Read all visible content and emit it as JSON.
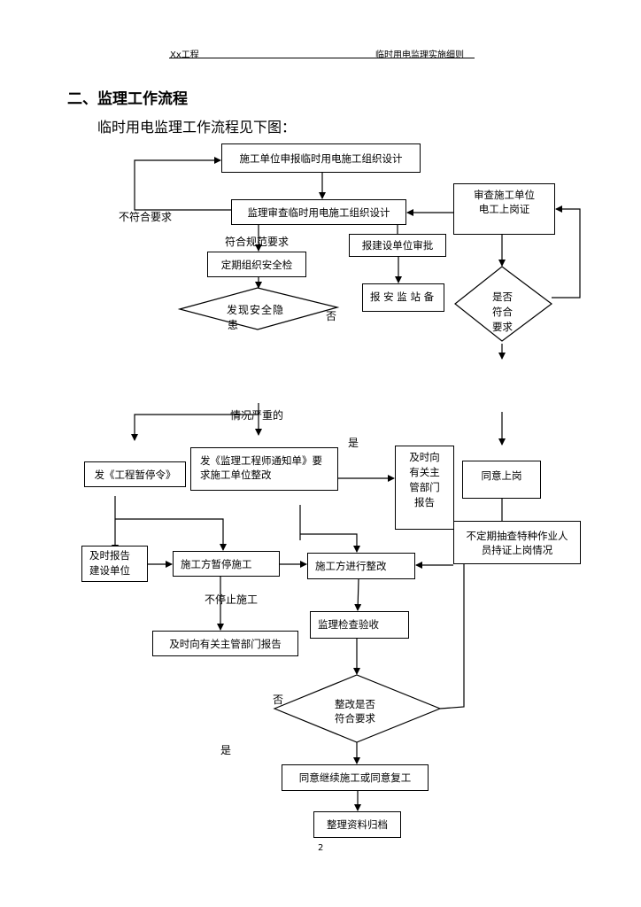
{
  "header": {
    "left": "Xx工程",
    "right": "临时用电监理实施细则"
  },
  "section_title": "二、监理工作流程",
  "intro": "临时用电监理工作流程见下图：",
  "flow": {
    "submit_design": "施工单位申报临时用电施工组织设计",
    "review_design": "监理审查临时用电施工组织设计",
    "check_cert": "审查施工单位电工上岗证",
    "report_owner_approve": "报建设单位审批",
    "periodic_check": "定期组织安全检",
    "report_station": "报 安 监 站 备",
    "find_hazard_1": "发现安全隐",
    "find_hazard_2": "患",
    "meets_req_q": "是否符合要求",
    "not_meet": "不符合要求",
    "meets_spec": "符合规范要求",
    "no_1": "否",
    "serious": "情况严重的",
    "yes_1": "是",
    "stop_order": "发《工程暂停令》",
    "notice": "发《监理工程师通知单》要求施工单位整改",
    "report_dept": "及时向有关主管部门报告",
    "agree_post": "同意上岗",
    "spot_check": "不定期抽查特种作业人员持证上岗情况",
    "report_owner": "及时报告建设单位",
    "contractor_stop": "施工方暂停施工",
    "contractor_fix": "施工方进行整改",
    "no_stop": "不停止施工",
    "report_dept_2": "及时向有关主管部门报告",
    "inspect": "监理检查验收",
    "fix_ok_1": "整改是否",
    "fix_ok_2": "符合要求",
    "no_2": "否",
    "yes_2": "是",
    "resume": "同意继续施工或同意复工",
    "archive": "整理资料归档"
  },
  "page_number": "2"
}
